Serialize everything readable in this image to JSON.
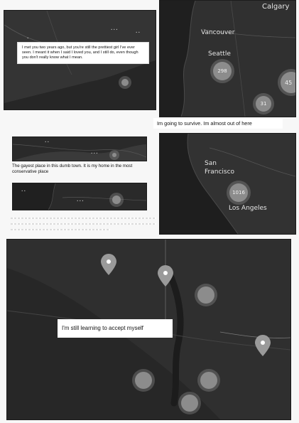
{
  "panels": {
    "top_left": {
      "caption": "I met you two years ago, but you're still the prettiest girl I've ever seen. I meant it when I said I loved you, and I still do, even though you don't really know what I mean."
    },
    "top_right": {
      "city_calgary": "Calgary",
      "city_vancouver": "Vancouver",
      "city_seattle": "Seattle",
      "cluster_seattle": "298",
      "cluster_right": "45",
      "cluster_small": "31"
    },
    "survive_caption": "Im going to survive. Im almost out of here",
    "middle_right": {
      "city_sf": "San Francisco",
      "city_la": "Los Angeles",
      "cluster_sf": "1016"
    },
    "middle_left": {
      "caption": "The gayest place in this dumb town. It is my home in the most conservative place"
    },
    "bottom": {
      "caption": "I'm still learning to accept myself"
    }
  },
  "colors": {
    "panel_bg": "#2b2b2b",
    "land": "#3a3a3a",
    "water": "#222222",
    "cluster": "#8c8c8c",
    "marker": "#9a9a9a"
  }
}
